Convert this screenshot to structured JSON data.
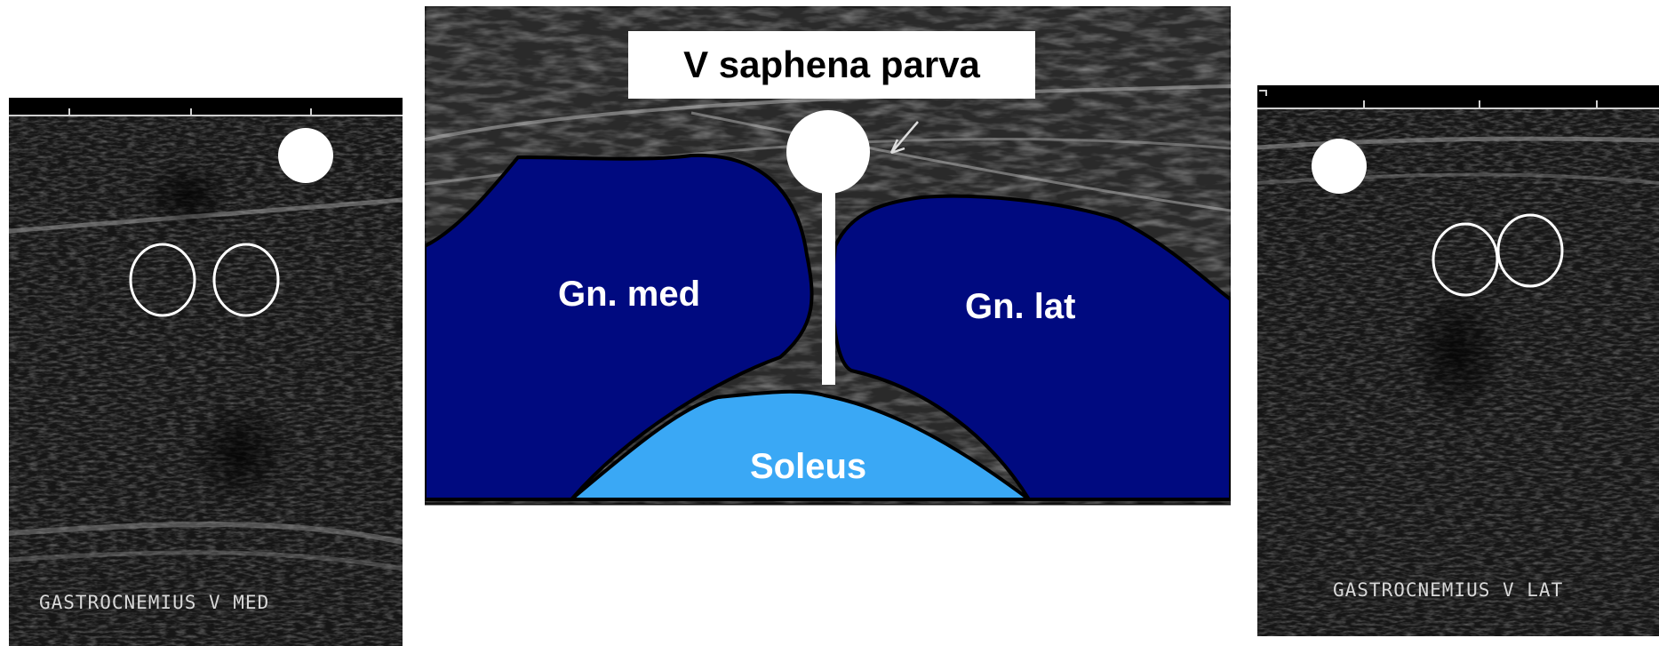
{
  "left_image": {
    "caption": "GASTROCNEMIUS V MED"
  },
  "right_image": {
    "caption": "GASTROCNEMIUS V LAT"
  },
  "center_diagram": {
    "title": "V saphena parva",
    "labels": {
      "gn_med": "Gn. med",
      "gn_lat": "Gn. lat",
      "soleus": "Soleus"
    }
  },
  "colors": {
    "gastrocnemius": "#000a80",
    "soleus": "#3aa8f5",
    "marker": "#ffffff"
  }
}
